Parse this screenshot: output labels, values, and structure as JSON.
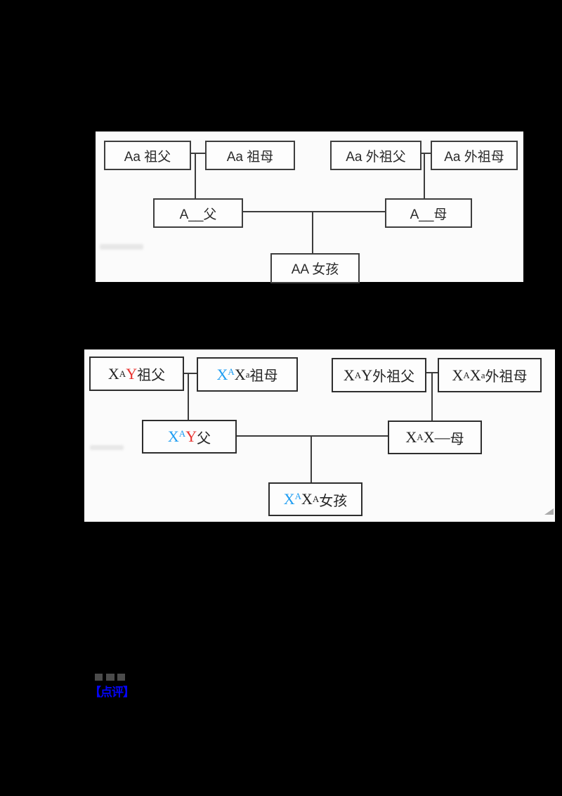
{
  "colors": {
    "red": "#e8312e",
    "blue": "#1e9df2",
    "linkblue": "#0404f4",
    "panel_bg": "#fbfbfb",
    "box_border": "#3e3e3e",
    "page_bg": "#000000"
  },
  "icons": {
    "resize_handle": "corner-resize-triangle"
  },
  "diagram1": {
    "nodes": [
      {
        "text": "Aa 祖父"
      },
      {
        "text": "Aa 祖母"
      },
      {
        "text": "Aa 外祖父"
      },
      {
        "text": "Aa 外祖母"
      },
      {
        "text": "A__父"
      },
      {
        "text": "A__母"
      },
      {
        "text": "AA 女孩"
      }
    ]
  },
  "diagram2": {
    "grandfather": {
      "p1": "X",
      "s1": "A",
      "p2": "Y",
      "cn": " 祖父"
    },
    "grandmother": {
      "p1": "X",
      "s1": "A",
      "p2": "X",
      "s2": "a",
      "cn": "祖母"
    },
    "m_grandfather": {
      "p1": "X",
      "s1": "A",
      "p2": "Y",
      "cn": " 外祖父"
    },
    "m_grandmother": {
      "p1": "X",
      "s1": "A",
      "p2": "X",
      "s2": "a",
      "cn": "外祖母"
    },
    "father": {
      "p1": "X",
      "s1": "A",
      "p2": "Y",
      "cn": " 父"
    },
    "mother": {
      "p1": "X",
      "s1": "A",
      "p2": "X",
      "dash": "—",
      "cn": " 母"
    },
    "girl": {
      "p1": "X",
      "s1": "A",
      "p2": "X",
      "s2": "A",
      "cn": " 女孩"
    }
  },
  "footer": {
    "section_label": "【点评】"
  }
}
